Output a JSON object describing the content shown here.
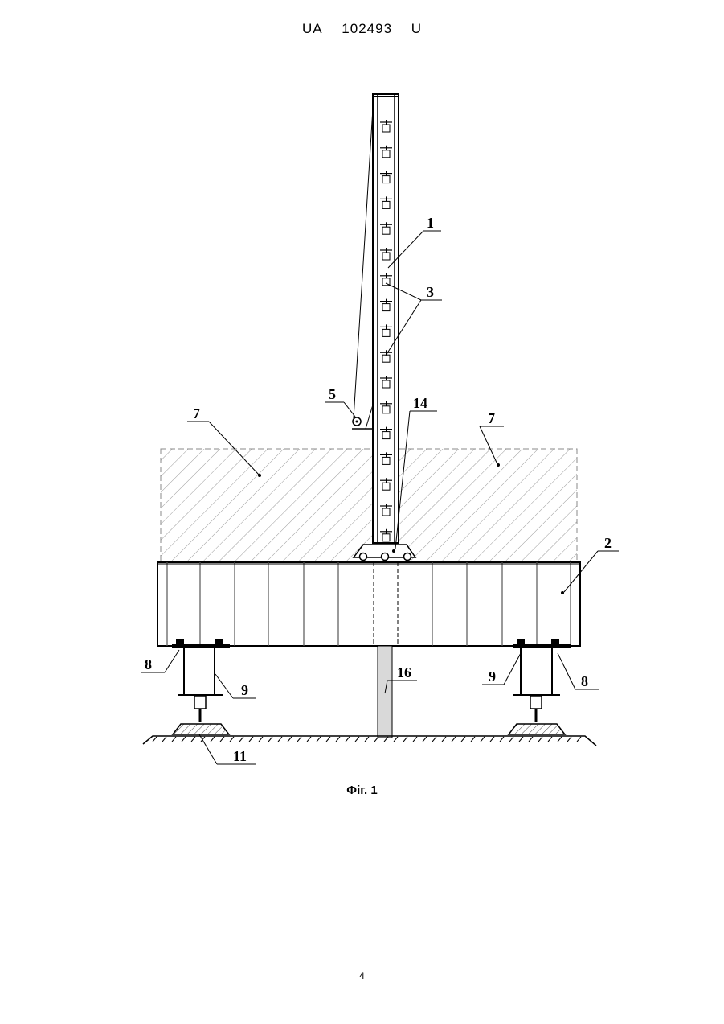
{
  "header": {
    "office": "UA",
    "number": "102493",
    "kind": "U"
  },
  "figure": {
    "caption": "Фіг. 1",
    "callouts": [
      "1",
      "2",
      "3",
      "5",
      "7",
      "7",
      "14",
      "8",
      "9",
      "16",
      "9",
      "8",
      "11"
    ]
  },
  "page_number": "4"
}
